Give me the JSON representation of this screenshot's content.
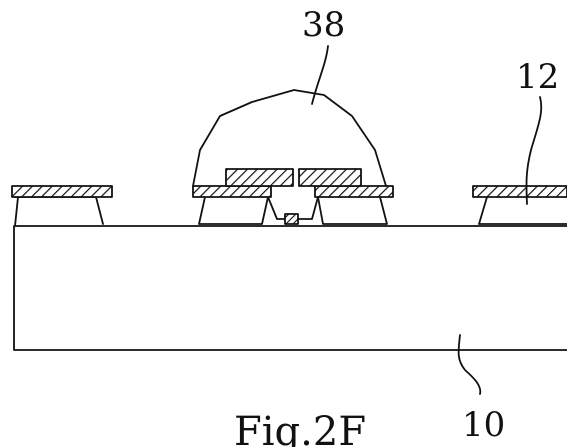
{
  "figure": {
    "caption": "Fig.2F",
    "labels": {
      "encapsulant": "38",
      "pad": "12",
      "substrate": "10"
    },
    "colors": {
      "line": "#111111",
      "background": "#ffffff",
      "hatch": "#111111"
    }
  }
}
